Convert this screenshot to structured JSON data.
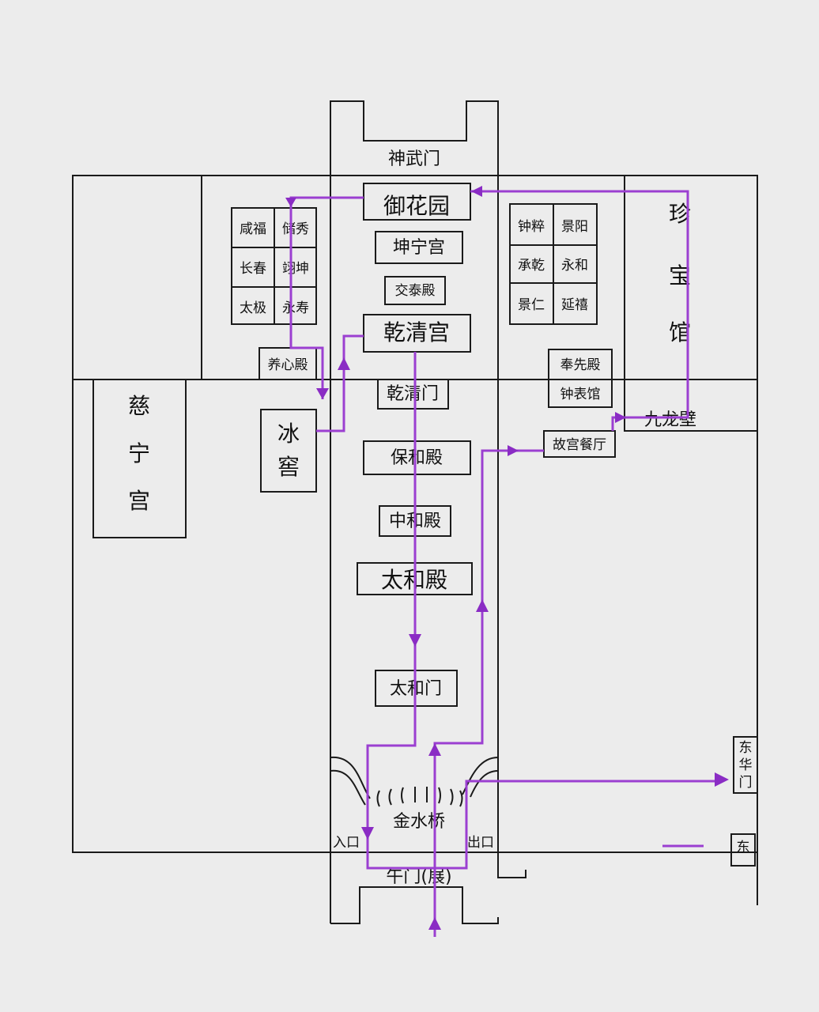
{
  "colors": {
    "paper": "#ececec",
    "ink": "#1a1a1a",
    "route": "#9b3fd1"
  },
  "central_axis": {
    "north_gate": "神武门",
    "imperial_garden": "御花园",
    "kunning_palace": "坤宁宫",
    "jiaotai_hall": "交泰殿",
    "qianqing_palace": "乾清宫",
    "qianqing_gate": "乾清门",
    "baohe_hall": "保和殿",
    "zhonghe_hall": "中和殿",
    "taihe_hall": "太和殿",
    "taihe_gate": "太和门",
    "golden_water_bridge": "金水桥",
    "meridian_gate": "午门(展)",
    "entrance": "入口",
    "exit": "出口"
  },
  "west_six_palaces": [
    "咸福",
    "储秀",
    "长春",
    "翊坤",
    "太极",
    "永寿"
  ],
  "east_six_palaces": [
    "钟粹",
    "景阳",
    "承乾",
    "永和",
    "景仁",
    "延禧"
  ],
  "west": {
    "yangxin_hall": "养心殿",
    "ice_cellar": [
      "冰",
      "窖"
    ],
    "cining_palace": [
      "慈",
      "宁",
      "宫"
    ]
  },
  "east": {
    "fengxian_hall": "奉先殿",
    "clock_museum": "钟表馆",
    "restaurant": "故宫餐厅",
    "nine_dragon_wall": "九龙壁",
    "treasure_gallery": [
      "珍",
      "宝",
      "馆"
    ],
    "east_gate": [
      "东",
      "华",
      "门"
    ],
    "east_partial": "东"
  }
}
